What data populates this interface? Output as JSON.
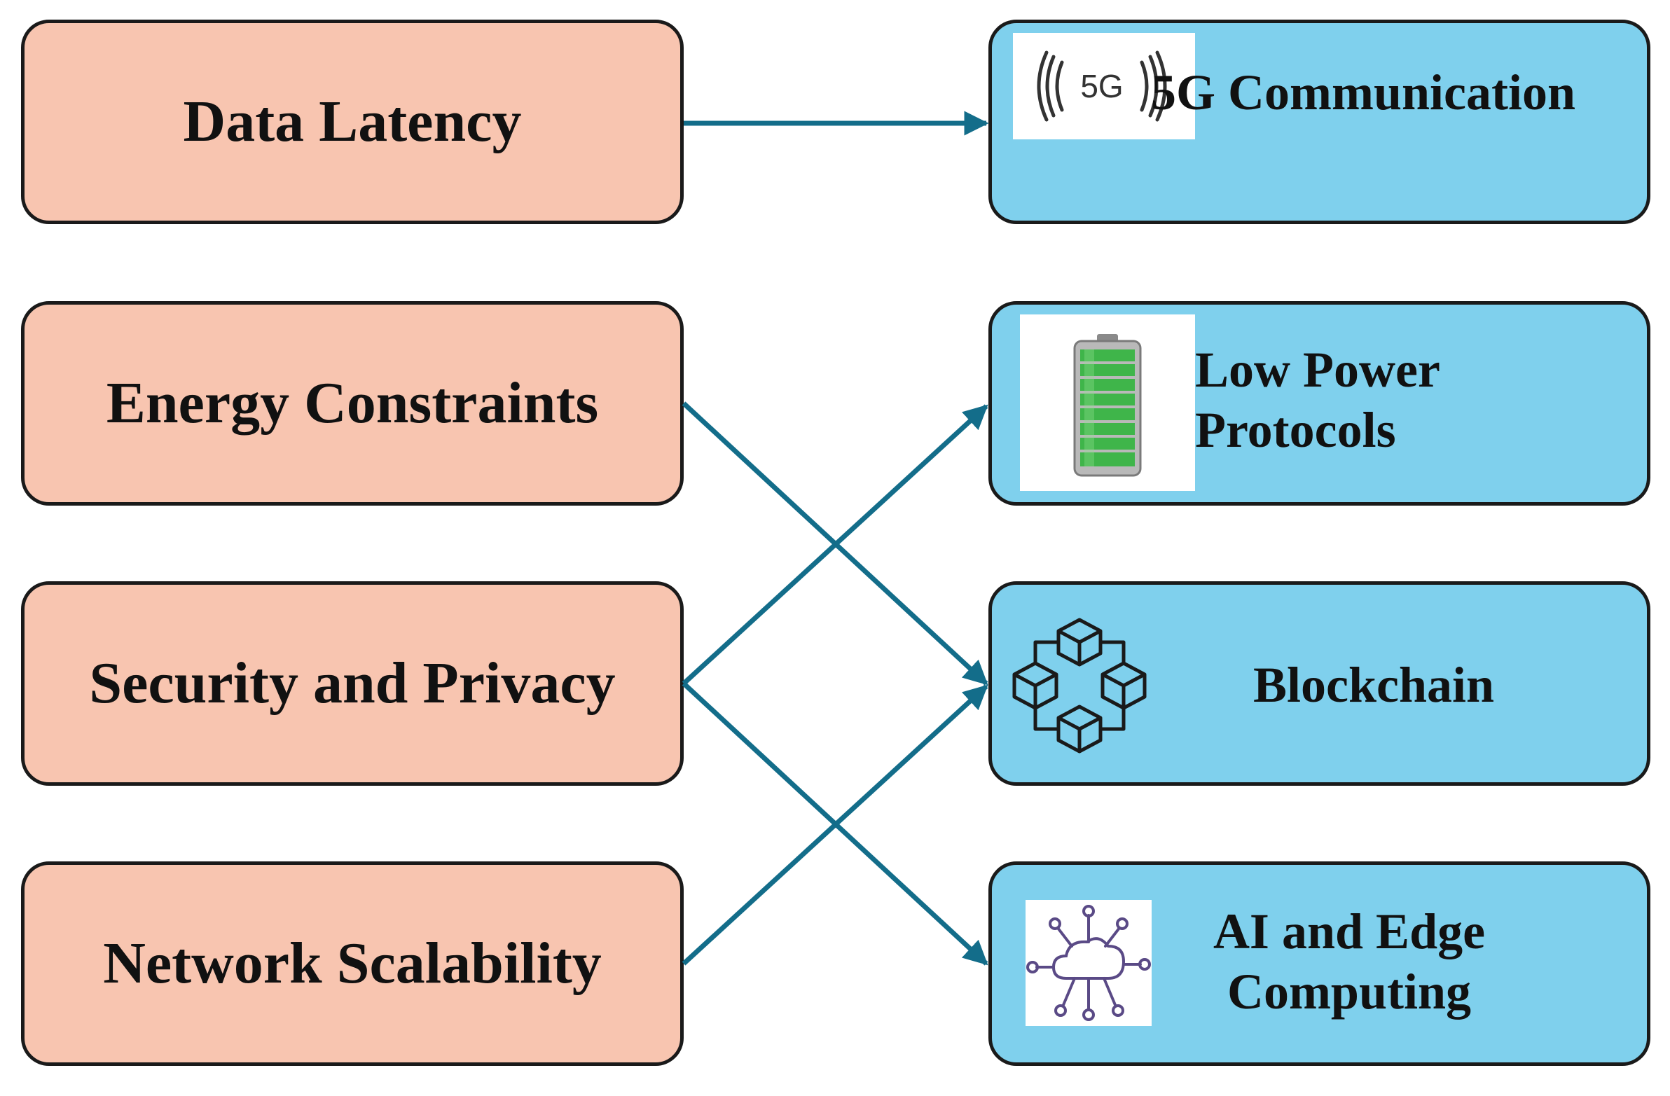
{
  "challenges": [
    {
      "label": "Data Latency"
    },
    {
      "label": "Energy Constraints"
    },
    {
      "label": "Security and Privacy"
    },
    {
      "label": "Network Scalability"
    }
  ],
  "solutions": [
    {
      "label": "5G Communication",
      "icon": "5g-signal-icon",
      "icon_text": "5G"
    },
    {
      "label": "Low Power Protocols",
      "icon": "battery-icon"
    },
    {
      "label": "Blockchain",
      "icon": "blockchain-icon"
    },
    {
      "label": "AI and Edge Computing",
      "icon": "cloud-network-icon"
    }
  ],
  "links": [
    {
      "from": "Data Latency",
      "to": "5G Communication"
    },
    {
      "from": "Energy Constraints",
      "to": "Blockchain"
    },
    {
      "from": "Security and Privacy",
      "to": "Low Power Protocols"
    },
    {
      "from": "Security and Privacy",
      "to": "AI and Edge Computing"
    },
    {
      "from": "Network Scalability",
      "to": "Blockchain"
    }
  ],
  "colors": {
    "challenge_fill": "#f8c5b0",
    "solution_fill": "#7fd0ed",
    "arrow": "#136d8a",
    "border": "#1a1a1a",
    "battery_green": "#3fb54a",
    "icon_purple": "#5a4a86"
  }
}
